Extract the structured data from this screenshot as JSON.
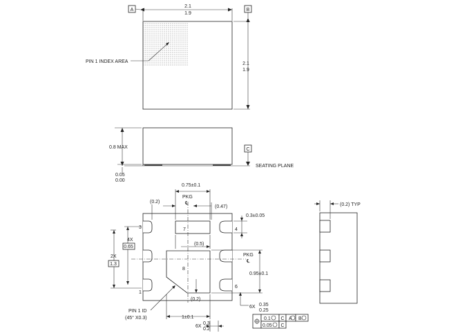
{
  "top_view": {
    "datum_a": "A",
    "datum_b": "B",
    "width_max": "2.1",
    "width_min": "1.9",
    "height_max": "2.1",
    "height_min": "1.9",
    "pin1_label": "PIN 1 INDEX AREA"
  },
  "side_view": {
    "height_max": "0.8 MAX",
    "standoff_max": "0.05",
    "standoff_min": "0.00",
    "datum_c": "C",
    "seating_plane": "SEATING PLANE"
  },
  "bottom_view": {
    "dim_075": "0.75±0.1",
    "pkg_top": "PKG",
    "cl_symbol": "℄",
    "dim_02_left": "(0.2)",
    "dim_047": "(0.47)",
    "dim_03": "0.3±0.05",
    "pin3": "3",
    "pin7": "7",
    "pin4": "4",
    "pin8": "8",
    "pin6": "6",
    "pin1": "1",
    "dim_05": "(0.5)",
    "count_4x": "4X",
    "dim_065": "0.65",
    "count_2x": "2X",
    "dim_13": "1.3",
    "pkg_right": "PKG",
    "dim_095": "0.95±0.1",
    "dim_02_bottom": "(0.2)",
    "pin1_id": "PIN 1 ID",
    "pin1_id_chamfer": "(45° X0.3)",
    "dim_1": "1±0.1",
    "count_6x_a": "6X",
    "dim_035": "0.35",
    "dim_025": "0.25",
    "count_6x_b": "6X",
    "dim_03b": "0.3",
    "dim_02b": "0.2",
    "fcf_row1": [
      "0.1",
      "C",
      "A",
      "B"
    ],
    "fcf_row2": [
      "0.05",
      "C"
    ]
  },
  "side_view_2": {
    "dim_02_typ": "(0.2) TYP"
  }
}
